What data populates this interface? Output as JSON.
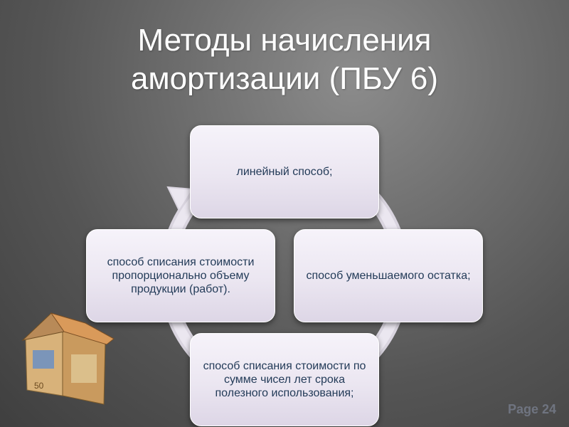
{
  "title": {
    "line1": "Методы начисления",
    "line2": "амортизации (ПБУ 6)"
  },
  "cycle": {
    "items": [
      "линейный  способ;",
      "способ уменьшаемого остатка;",
      "способ списания стоимости по сумме чисел лет срока полезного использования;",
      "способ списания стоимости пропорционально объему продукции (работ)."
    ]
  },
  "footer": {
    "page_label": "Page 24"
  },
  "decoration": {
    "house_image": "euro-banknote-house",
    "label_50": "50"
  },
  "colors": {
    "box_fill": "#ebe6f1",
    "box_text": "#233b58",
    "arc": "#e2dde8",
    "title": "#ffffff"
  }
}
